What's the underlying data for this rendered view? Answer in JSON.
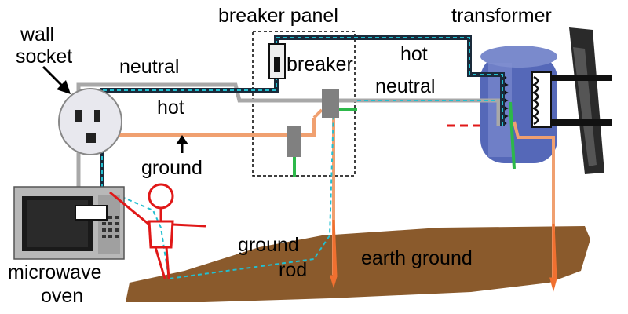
{
  "labels": {
    "breaker_panel": "breaker panel",
    "transformer": "transformer",
    "wall": "wall",
    "socket": "socket",
    "neutral_left": "neutral",
    "breaker": "breaker",
    "hot_right": "hot",
    "neutral_right": "neutral",
    "hot_left": "hot",
    "ground": "ground",
    "ground_rod_1": "ground",
    "ground_rod_2": "rod",
    "earth_ground": "earth ground",
    "microwave": "microwave",
    "oven": "oven"
  },
  "colors": {
    "hot_wire": "#1a2a3a",
    "hot_dash": "#22bfd0",
    "neutral_wire": "#a8a8a8",
    "ground_wire": "#f0a070",
    "earth": "#8a5a2c",
    "green_lead": "#2db84a",
    "person": "#e01818",
    "transformer": "#4a5cb0",
    "pole": "#2a2a2a"
  }
}
